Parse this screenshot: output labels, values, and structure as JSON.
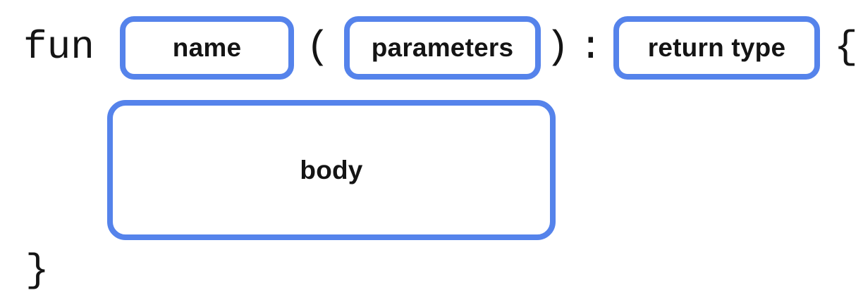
{
  "diagram": {
    "description": "Function declaration syntax diagram",
    "tokens": {
      "keyword_fun": "fun",
      "open_paren": "(",
      "close_paren": ")",
      "colon": ":",
      "open_brace": "{",
      "close_brace": "}"
    },
    "placeholders": {
      "name": "name",
      "parameters": "parameters",
      "return_type": "return type",
      "body": "body"
    },
    "colors": {
      "box_border": "#5583EB",
      "text": "#141414",
      "background": "#FFFFFF"
    }
  }
}
